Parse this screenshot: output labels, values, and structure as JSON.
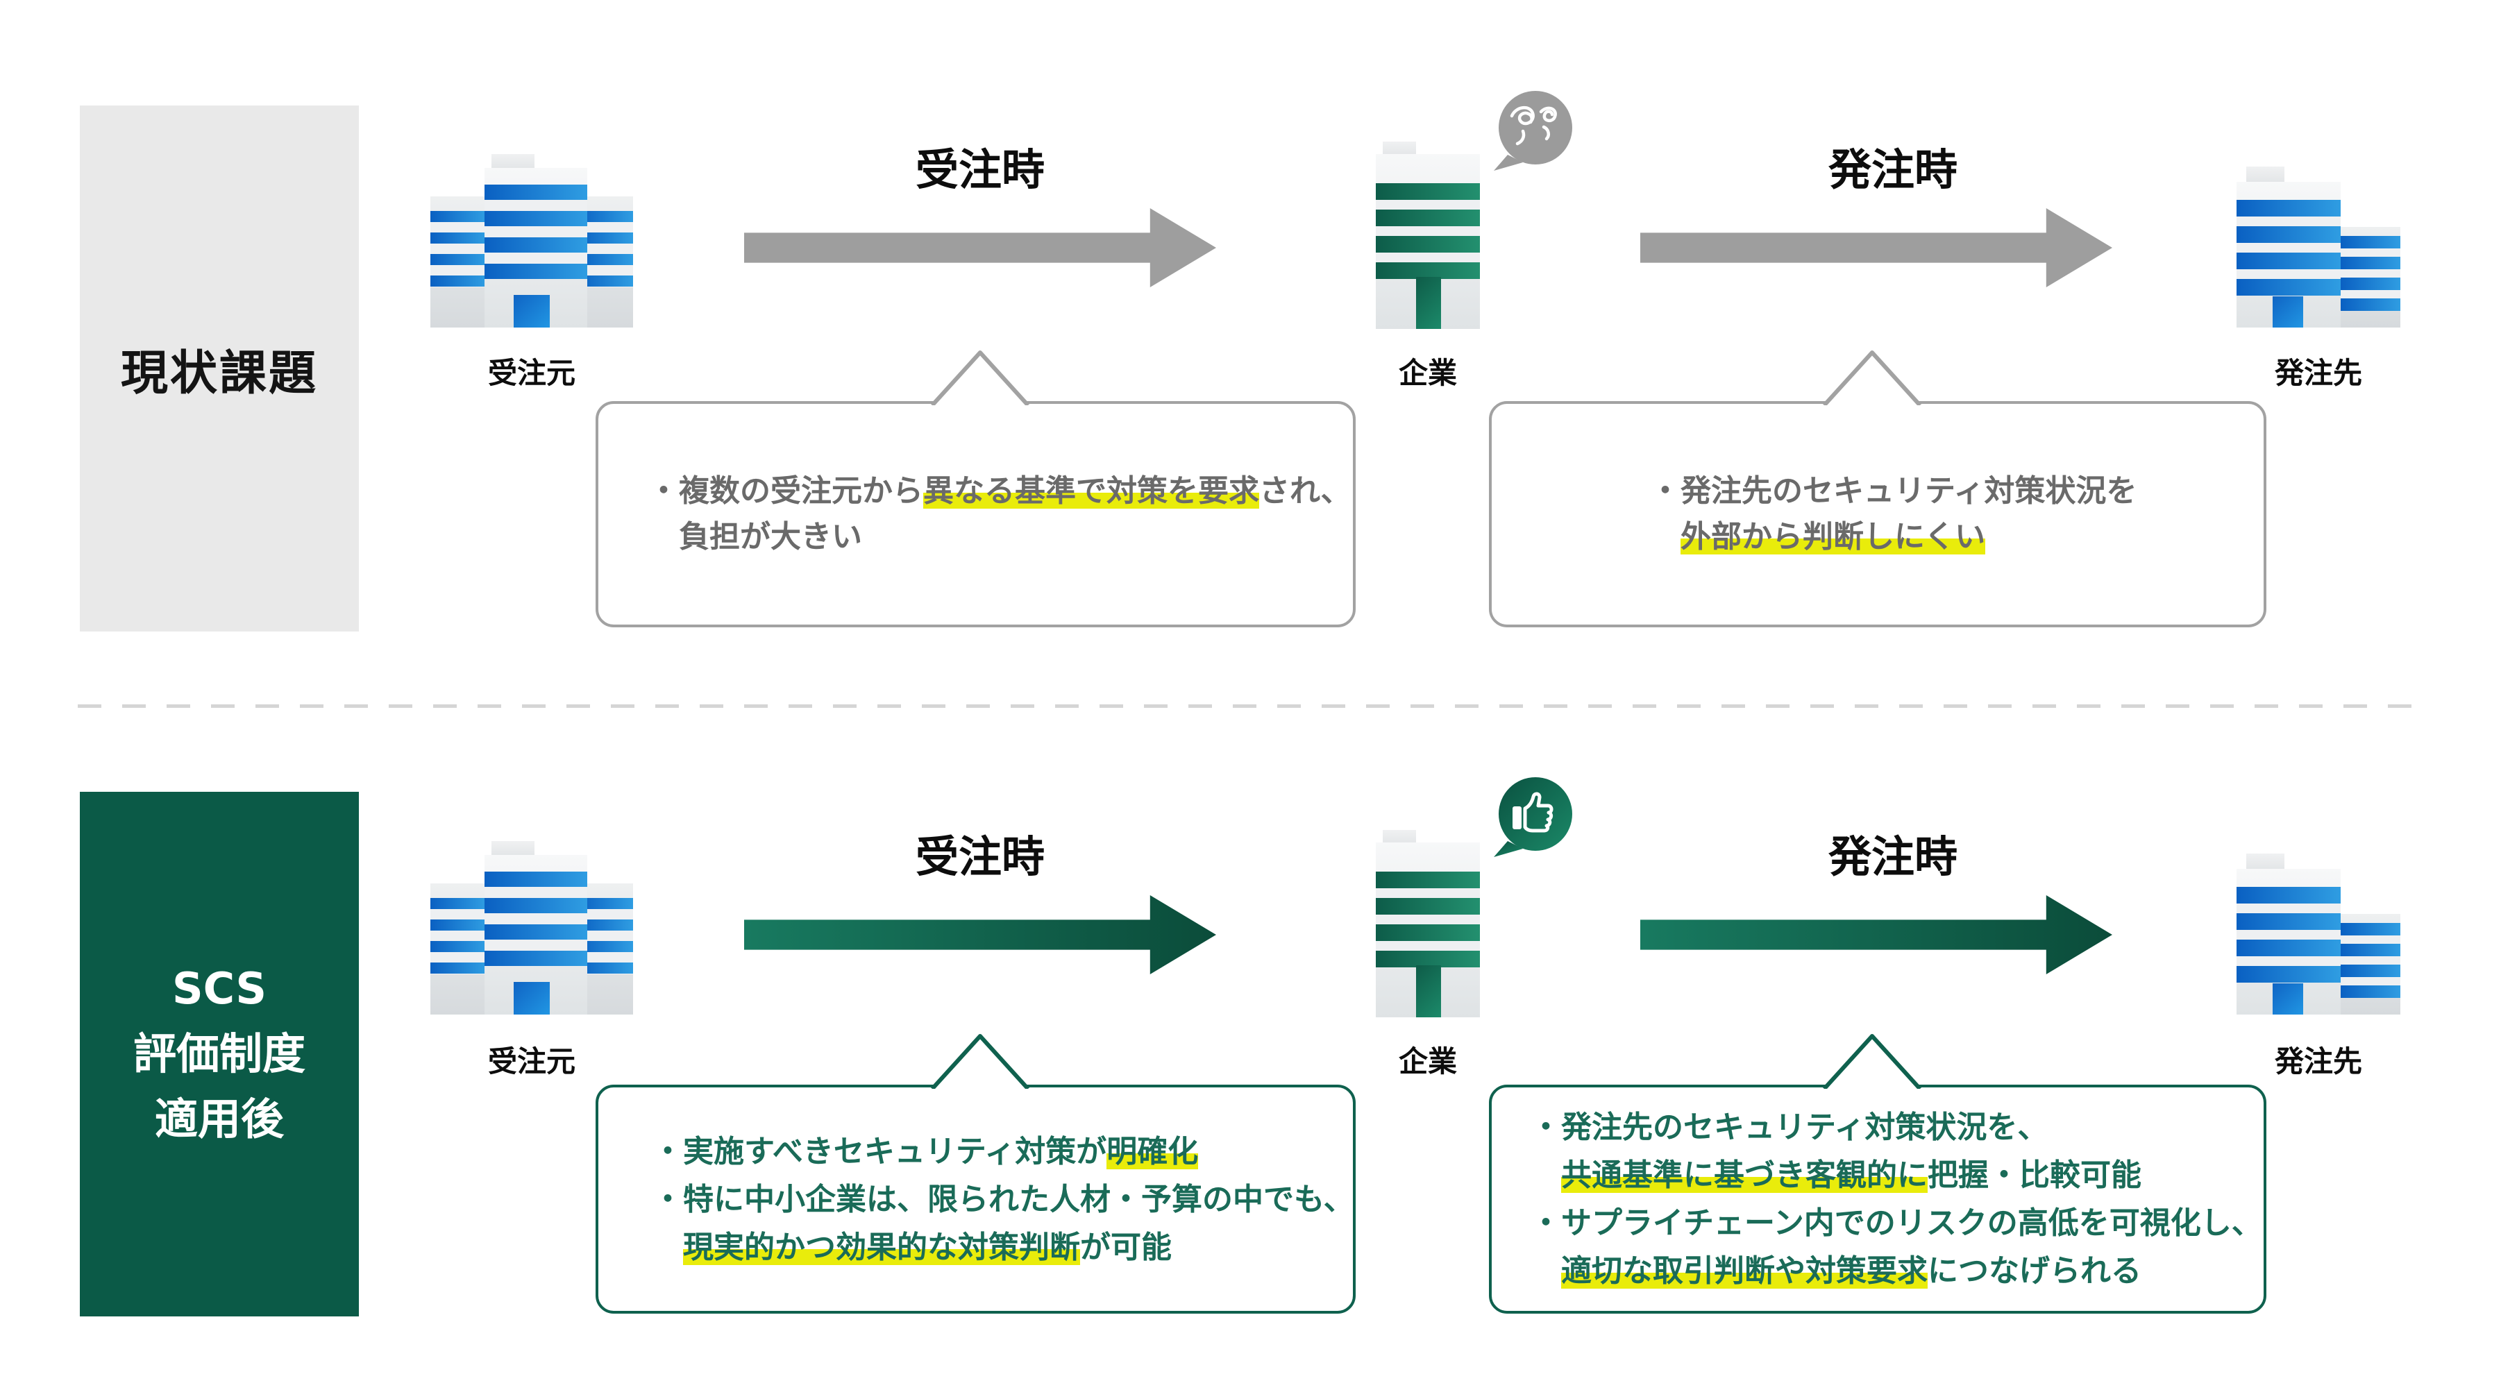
{
  "bullet": "・",
  "top_section": {
    "row_label": "現状課題",
    "flow_headings": {
      "receive": "受注時",
      "order": "発注時"
    },
    "nodes": {
      "orderer": "受注元",
      "company": "企業",
      "supplier": "発注先"
    },
    "bubble_icon": "confused-scribble",
    "callout_left": {
      "lines": [
        {
          "cont": false,
          "segs": [
            {
              "t": "複数の受注元から",
              "h": false
            },
            {
              "t": "異なる基準で対策を要求",
              "h": true
            },
            {
              "t": "され、",
              "h": false
            }
          ]
        },
        {
          "cont": true,
          "segs": [
            {
              "t": "負担が大きい",
              "h": false
            }
          ]
        }
      ]
    },
    "callout_right": {
      "lines": [
        {
          "cont": false,
          "segs": [
            {
              "t": "発注先のセキュリティ対策状況を",
              "h": false
            }
          ]
        },
        {
          "cont": true,
          "segs": [
            {
              "t": "外部から判断しにくい",
              "h": true
            }
          ]
        }
      ]
    }
  },
  "bottom_section": {
    "row_label_lines": [
      "SCS",
      "評価制度",
      "適用後"
    ],
    "flow_headings": {
      "receive": "受注時",
      "order": "発注時"
    },
    "nodes": {
      "orderer": "受注元",
      "company": "企業",
      "supplier": "発注先"
    },
    "bubble_icon": "thumbs-up",
    "callout_left": {
      "lines": [
        {
          "cont": false,
          "segs": [
            {
              "t": "実施すべきセキュリティ対策が",
              "h": false
            },
            {
              "t": "明確化",
              "h": true
            }
          ]
        },
        {
          "cont": false,
          "segs": [
            {
              "t": "特に中小企業は、限られた人材・予算の中でも、",
              "h": false
            }
          ]
        },
        {
          "cont": true,
          "segs": [
            {
              "t": "現実的かつ効果的な対策判断",
              "h": true
            },
            {
              "t": "が可能",
              "h": false
            }
          ]
        }
      ]
    },
    "callout_right": {
      "lines": [
        {
          "cont": false,
          "segs": [
            {
              "t": "発注先のセキュリティ対策状況を、",
              "h": false
            }
          ]
        },
        {
          "cont": true,
          "segs": [
            {
              "t": "共通基準に基づき客観的に",
              "h": true
            },
            {
              "t": "把握・比較可能",
              "h": false
            }
          ]
        },
        {
          "cont": false,
          "segs": [
            {
              "t": "サプライチェーン内でのリスクの高低を可視化し、",
              "h": false
            }
          ]
        },
        {
          "cont": true,
          "segs": [
            {
              "t": "適切な取引判断や対策要求",
              "h": true
            },
            {
              "t": "につなげられる",
              "h": false
            }
          ]
        }
      ]
    }
  },
  "colors": {
    "panel_gray": "#e9e9e9",
    "panel_green": "#0b5a47",
    "arrow_gray": "#9e9e9e",
    "arrow_green_start": "#187a60",
    "arrow_green_end": "#0b4c3a",
    "highlight_yellow": "#e9ec0b",
    "text_gray": "#6a6a6a",
    "text_green": "#1a6b58",
    "border_gray": "#a2a2a2",
    "border_green": "#0f614e",
    "building_blue_dark": "#0a60c2",
    "building_blue_light": "#2f9de2",
    "building_green_dark": "#0d5c49",
    "building_green_light": "#23906f"
  }
}
